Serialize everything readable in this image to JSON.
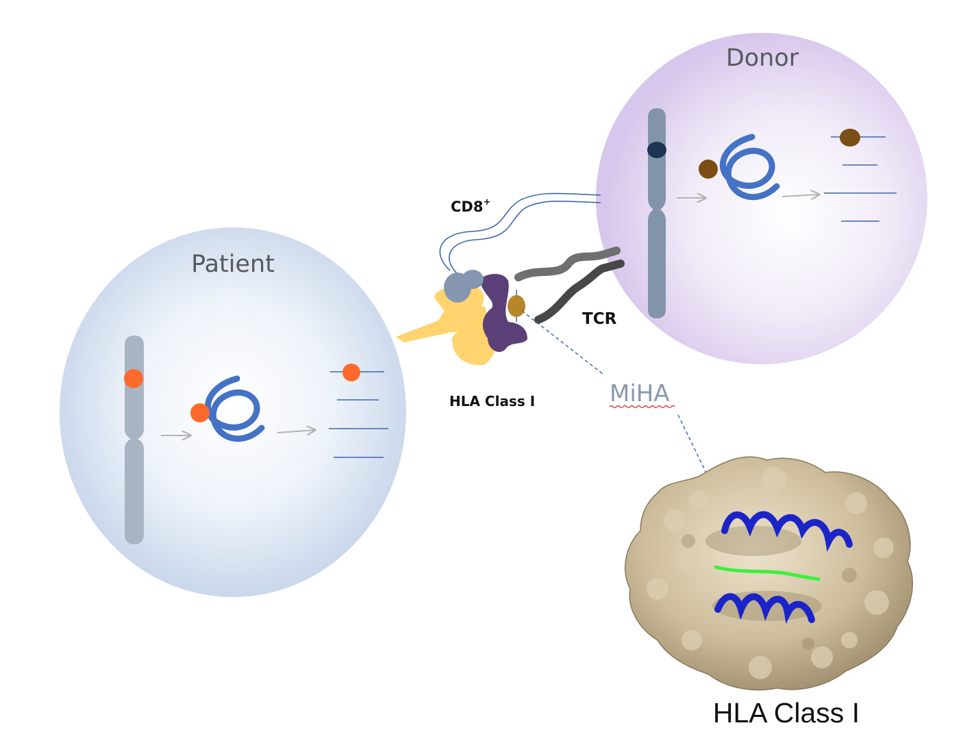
{
  "patient": {
    "title": "Patient"
  },
  "donor": {
    "title": "Donor"
  },
  "complex": {
    "cd8_label": "CD8",
    "cd8_superscript": "+",
    "tcr_label": "TCR",
    "hla_label": "HLA Class I"
  },
  "peptide": {
    "label": "MiHA"
  },
  "structure": {
    "caption": "HLA Class I"
  },
  "colors": {
    "patient_variant": "#ff6a2c",
    "donor_variant": "#7a4e14",
    "donor_marker": "#1e3454",
    "protein": "#4472c4",
    "helix": "#1a24c9",
    "peptide_strand": "#3df03d",
    "surface": "#c9b896",
    "hla_alpha": "#ffd36e",
    "hla_beta_purple": "#5b3f78",
    "cd8_domain": "#8496b0",
    "tcr": "#555555"
  },
  "icons": {
    "chromosome": "chromosome-icon",
    "protein": "protein-fold-icon",
    "arrow": "arrow-right-icon",
    "peptide": "peptide-icon",
    "structure": "protein-surface-image"
  }
}
